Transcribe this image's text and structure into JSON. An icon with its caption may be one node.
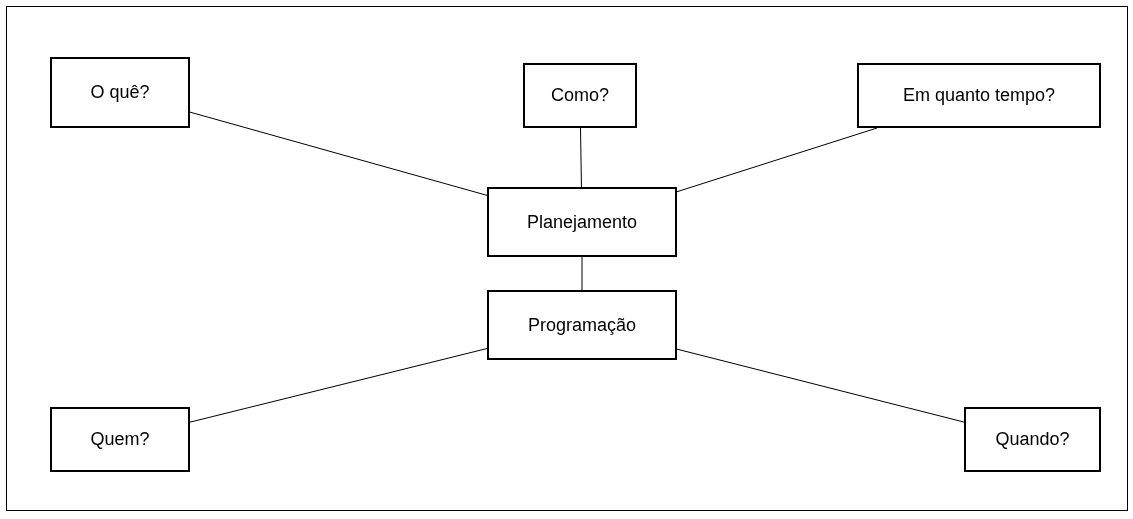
{
  "diagram": {
    "nodes": [
      {
        "text": [
          "O quê?"
        ]
      },
      {
        "text": [
          "Como?"
        ]
      },
      {
        "text": [
          "Em quanto tempo?"
        ]
      },
      {
        "text": [
          "Planejamento"
        ]
      },
      {
        "text": [
          "Programação"
        ]
      },
      {
        "text": [
          "Quem?"
        ]
      },
      {
        "text": [
          "Quando?"
        ]
      }
    ],
    "edges": [
      {
        "from": 0,
        "to": 3,
        "arrow": "none"
      },
      {
        "from": 1,
        "to": 3,
        "arrow": "none"
      },
      {
        "from": 2,
        "to": 3,
        "arrow": "none"
      },
      {
        "from": 3,
        "to": 4,
        "arrow": "none"
      },
      {
        "from": 4,
        "to": 5,
        "arrow": "none"
      },
      {
        "from": 4,
        "to": 6,
        "arrow": "none"
      }
    ]
  }
}
